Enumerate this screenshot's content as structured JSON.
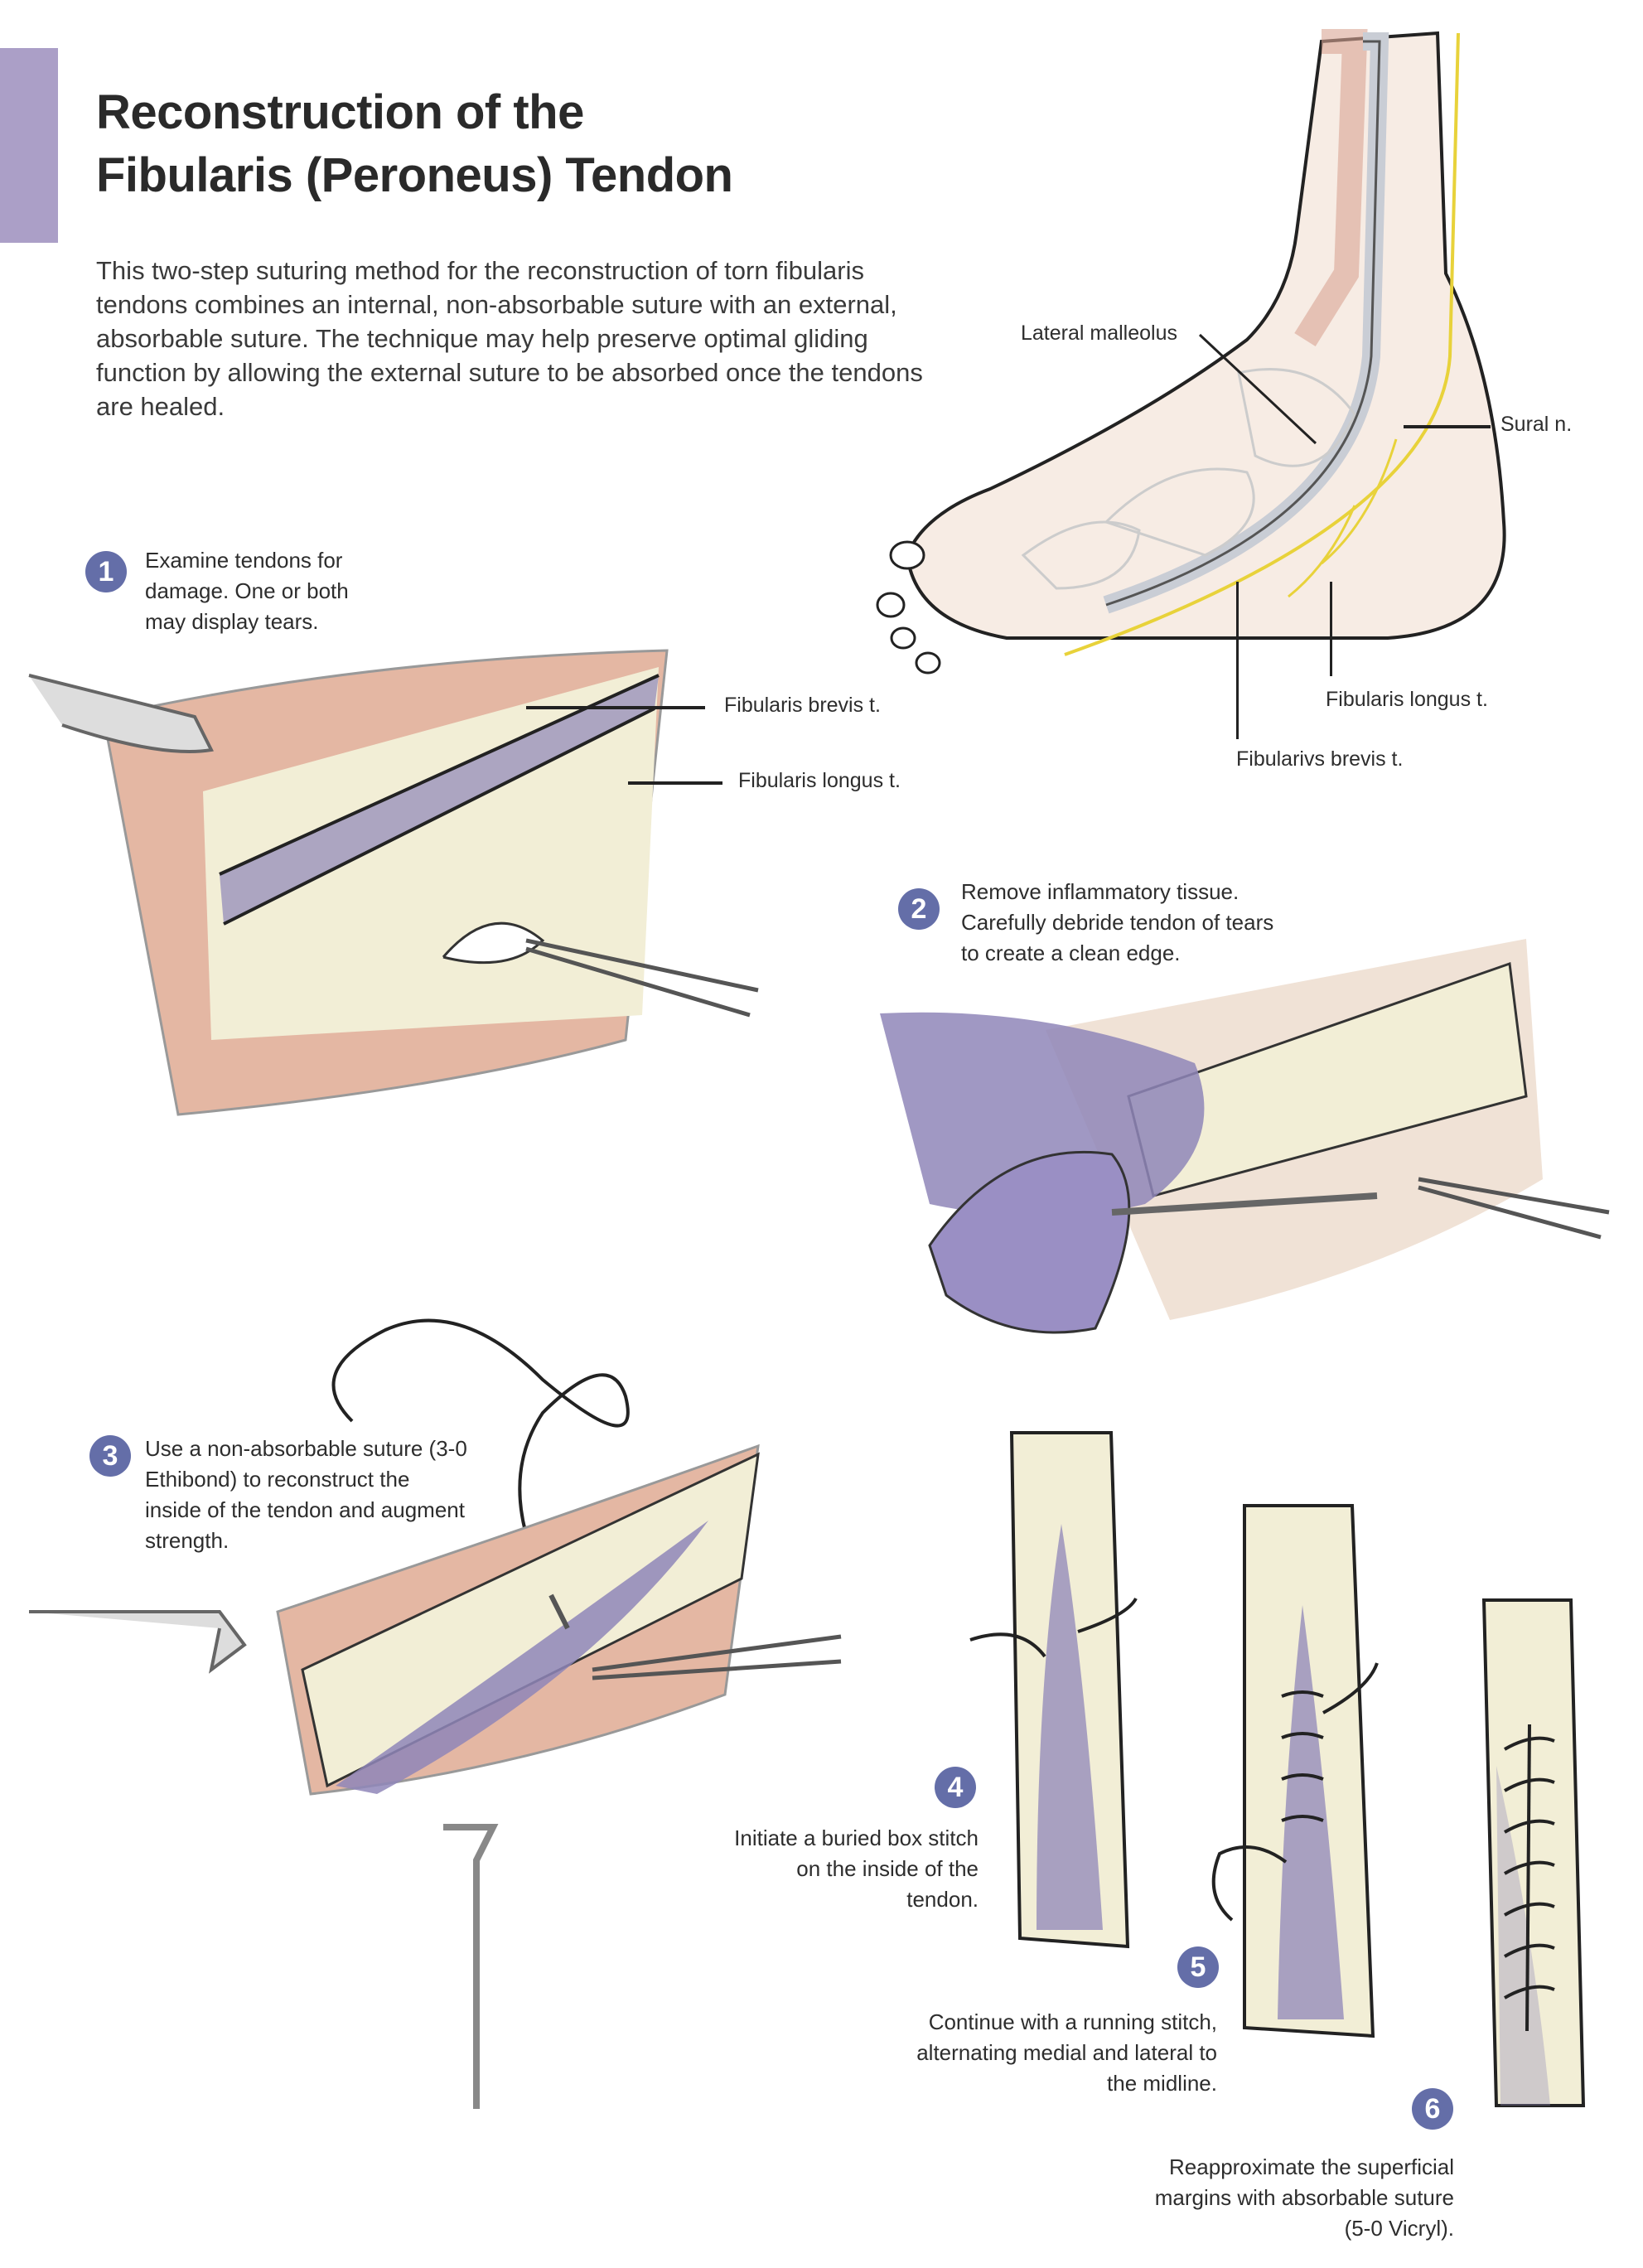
{
  "header": {
    "title_line1": "Reconstruction of the",
    "title_line2": "Fibularis (Peroneus) Tendon",
    "intro": "This two-step suturing method for the reconstruction of torn fibularis tendons combines an internal, non-absorbable suture with an external, absorbable suture. The technique may help preserve optimal gliding function by allowing the external suture to be absorbed once the tendons are healed."
  },
  "foot_labels": {
    "lateral_malleolus": "Lateral malleolus",
    "sural_n": "Sural n.",
    "fibularis_longus": "Fibularis longus t.",
    "fibularis_brevis": "Fibularivs brevis t."
  },
  "step1_labels": {
    "brevis": "Fibularis brevis t.",
    "longus": "Fibularis longus t."
  },
  "steps": [
    {
      "number": "1",
      "text": "Examine tendons for damage. One or both may display tears."
    },
    {
      "number": "2",
      "text": "Remove inflammatory tissue. Carefully debride tendon of tears to create a clean edge."
    },
    {
      "number": "3",
      "text": "Use a non-absorbable suture (3-0 Ethibond) to reconstruct the inside of the tendon and augment strength."
    },
    {
      "number": "4",
      "text": "Initiate a buried box stitch on the inside of the tendon."
    },
    {
      "number": "5",
      "text": "Continue with a running stitch, alternating medial and lateral to the midline."
    },
    {
      "number": "6",
      "text": "Reapproximate the superficial margins with absorbable suture (5-0 Vicryl)."
    }
  ],
  "colors": {
    "accent": "#ab9fc7",
    "badge": "#646ea8",
    "tendon": "#f2eed6",
    "tissue": "#d9a08a",
    "tear": "#8f86b8"
  }
}
